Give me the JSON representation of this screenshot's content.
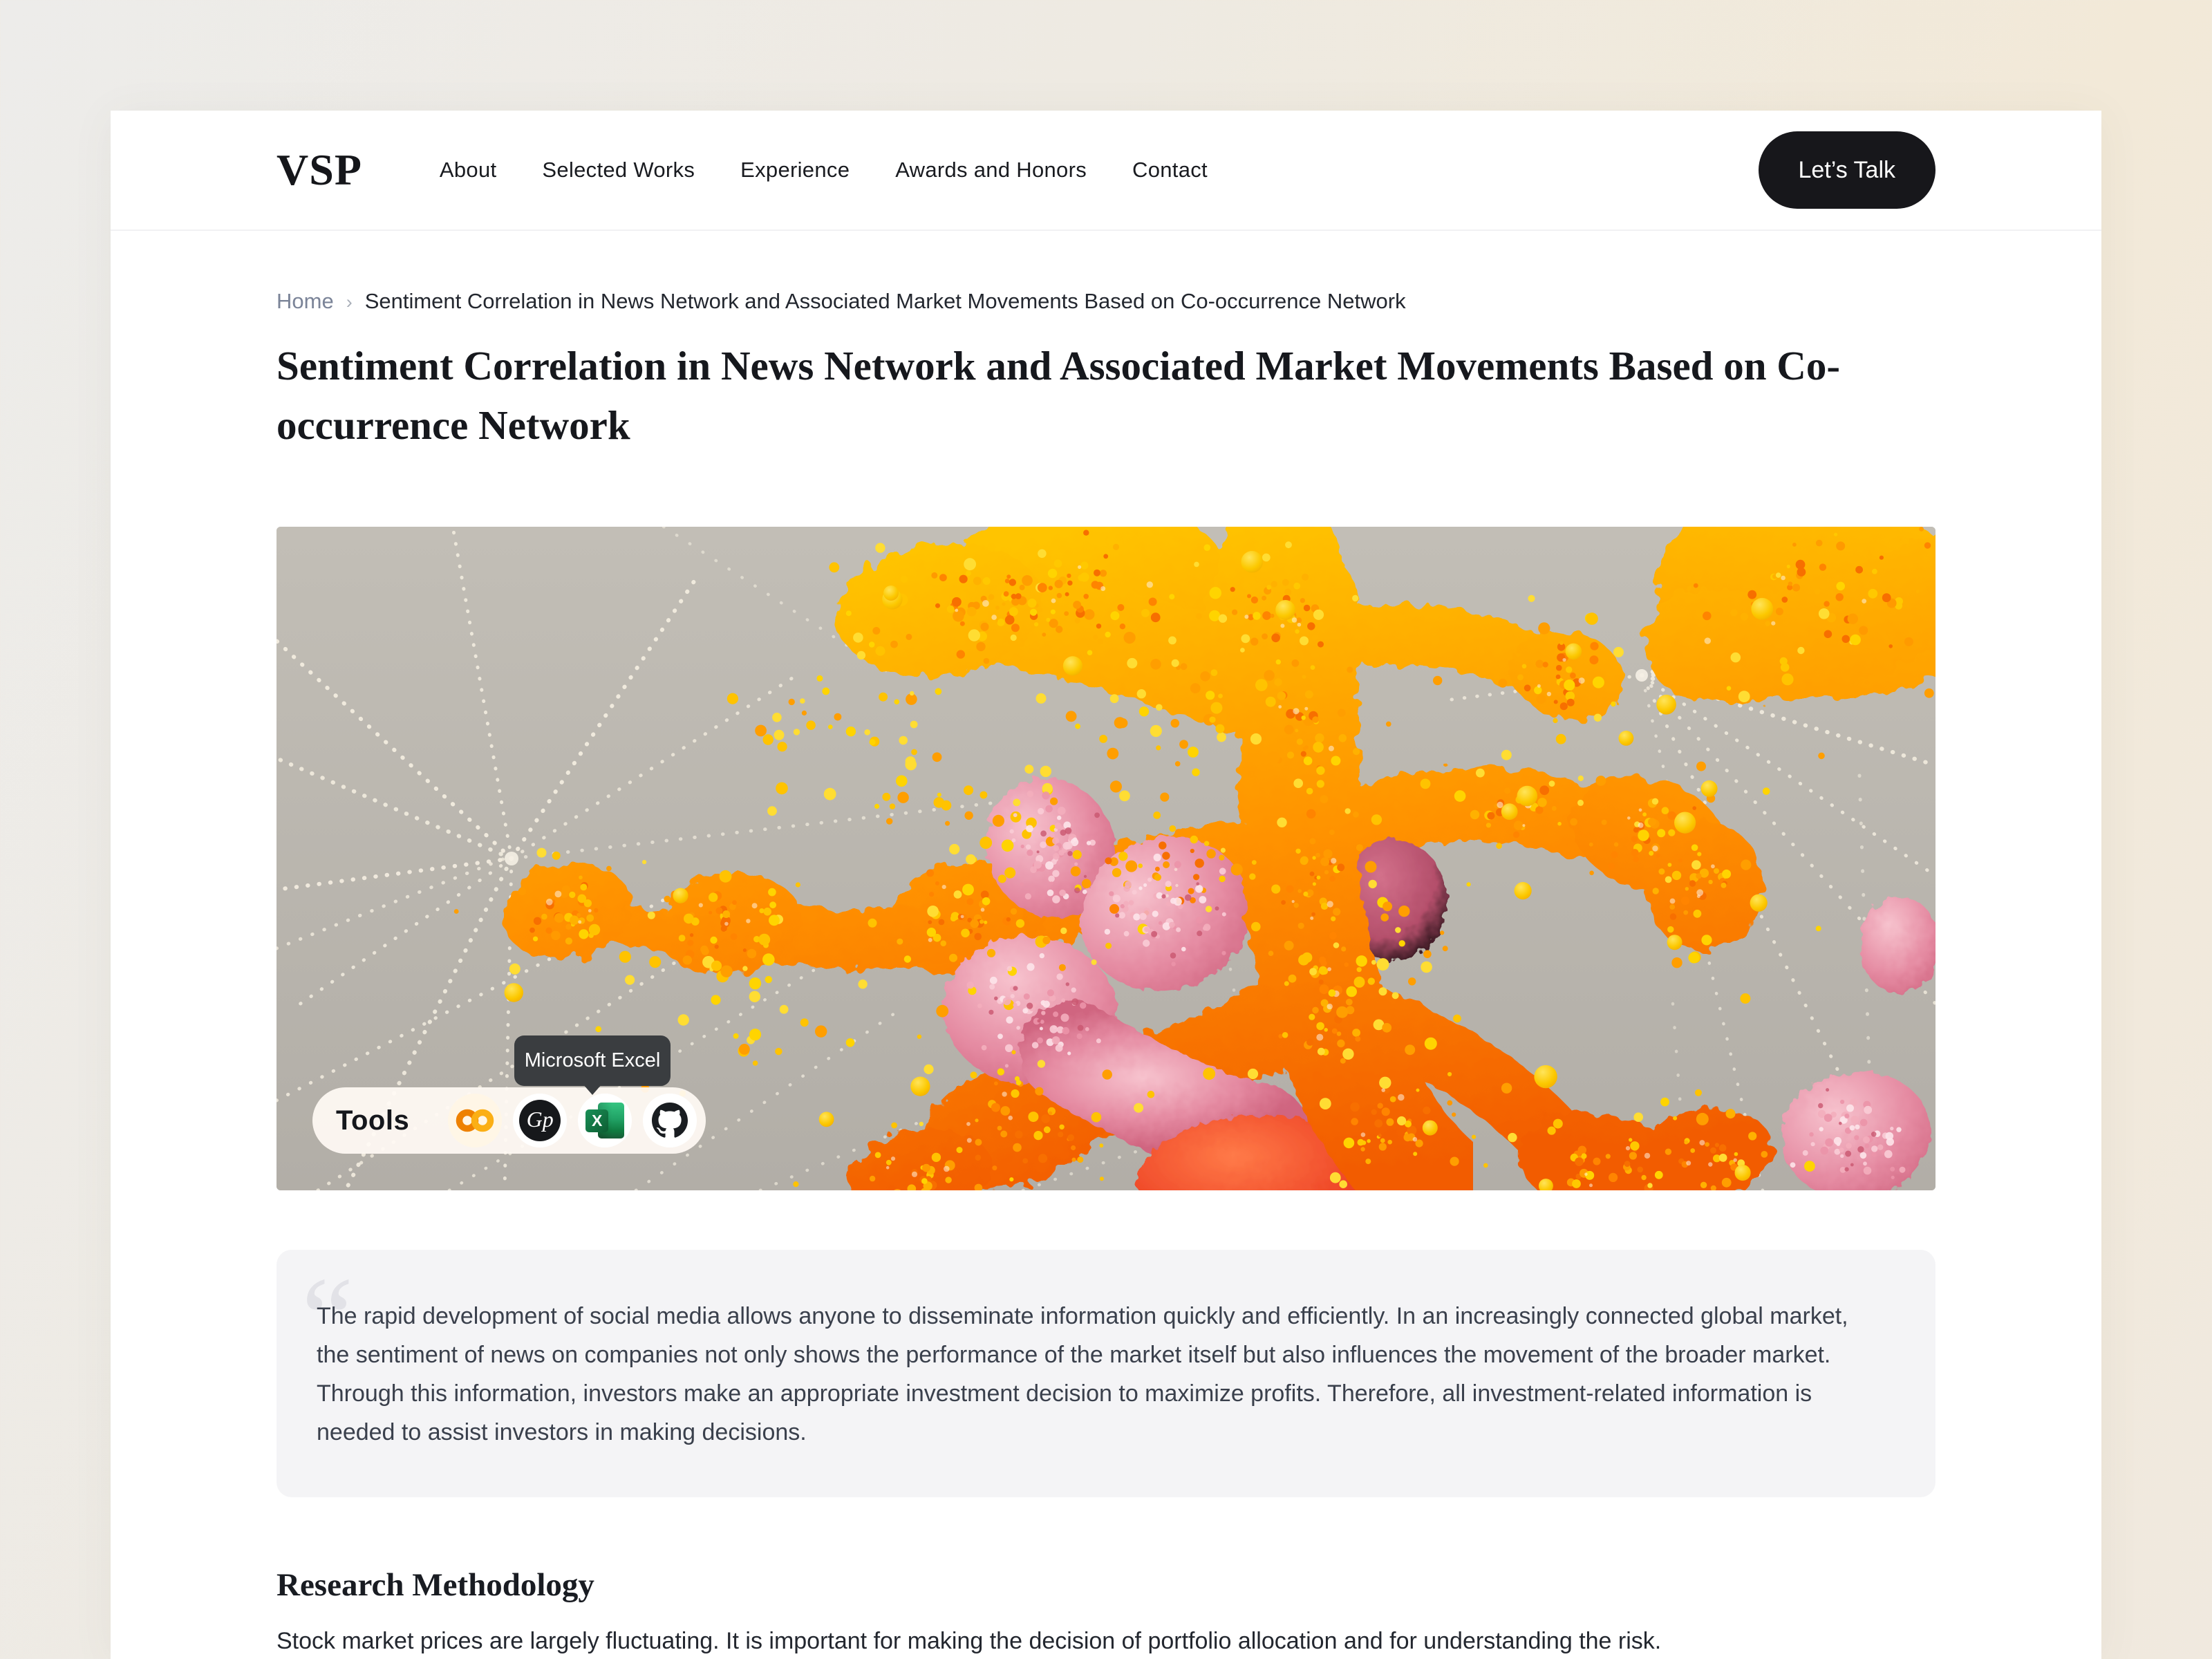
{
  "header": {
    "logo": "VSP",
    "nav": [
      {
        "label": "About"
      },
      {
        "label": "Selected Works"
      },
      {
        "label": "Experience"
      },
      {
        "label": "Awards and Honors"
      },
      {
        "label": "Contact"
      }
    ],
    "cta_label": "Let’s Talk"
  },
  "breadcrumb": {
    "home": "Home",
    "separator": "›",
    "current": "Sentiment Correlation in News Network and Associated Market Movements Based on Co-occurrence Network"
  },
  "article": {
    "title": "Sentiment Correlation in News Network and Associated Market Movements Based on Co-occurrence Network",
    "quote": "The rapid development of social media allows anyone to disseminate information quickly and efficiently. In an increasingly connected global market, the sentiment of news on companies not only shows the performance of the market itself but also influences the movement of the broader market. Through this information, investors make an appropriate investment decision to maximize profits. Therefore, all investment-related information is needed to assist investors in making decisions.",
    "section_heading": "Research Methodology",
    "section_body": "Stock market prices are largely fluctuating. It is important for making the decision of portfolio allocation and for understanding the risk."
  },
  "hero": {
    "tools_label": "Tools",
    "tooltip": "Microsoft Excel",
    "tools": [
      {
        "name": "google-colab-icon"
      },
      {
        "name": "gephi-icon",
        "monogram": "Gp"
      },
      {
        "name": "microsoft-excel-icon",
        "monogram": "X"
      },
      {
        "name": "github-icon"
      }
    ]
  },
  "colors": {
    "cta_bg": "#17171b",
    "breadcrumb_link": "#7b8498",
    "tooltip_bg": "#3a3d40",
    "excel_green": "#107c41",
    "colab_orange": "#f9ab00",
    "quote_bg": "#f4f4f6",
    "hero_bg": "#b9b5ae"
  }
}
